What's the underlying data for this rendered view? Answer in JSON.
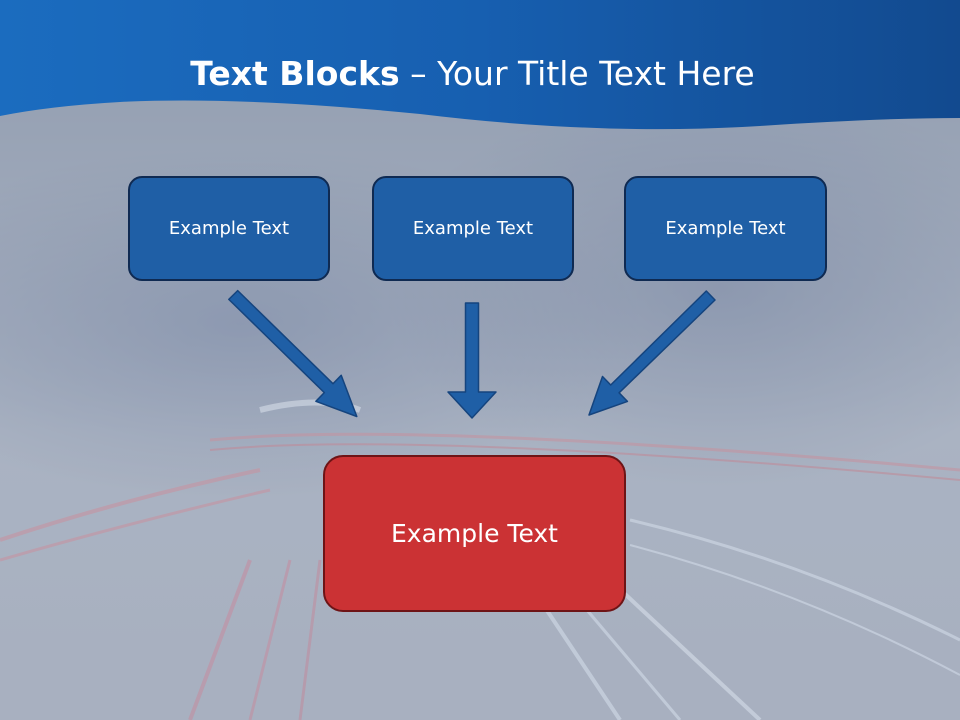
{
  "slide": {
    "title_bold": "Text Blocks",
    "title_dash": " – ",
    "title_rest": "Your Title Text Here"
  },
  "blocks": {
    "left": "Example Text",
    "middle": "Example Text",
    "right": "Example Text",
    "target": "Example Text"
  },
  "colors": {
    "header": "#1565b4",
    "block": "#1f5fa6",
    "block_border": "#0f2a52",
    "target": "#cb3234",
    "arrow": "#1f5fa6"
  },
  "icons": {
    "arrow": "arrow-down-icon"
  }
}
